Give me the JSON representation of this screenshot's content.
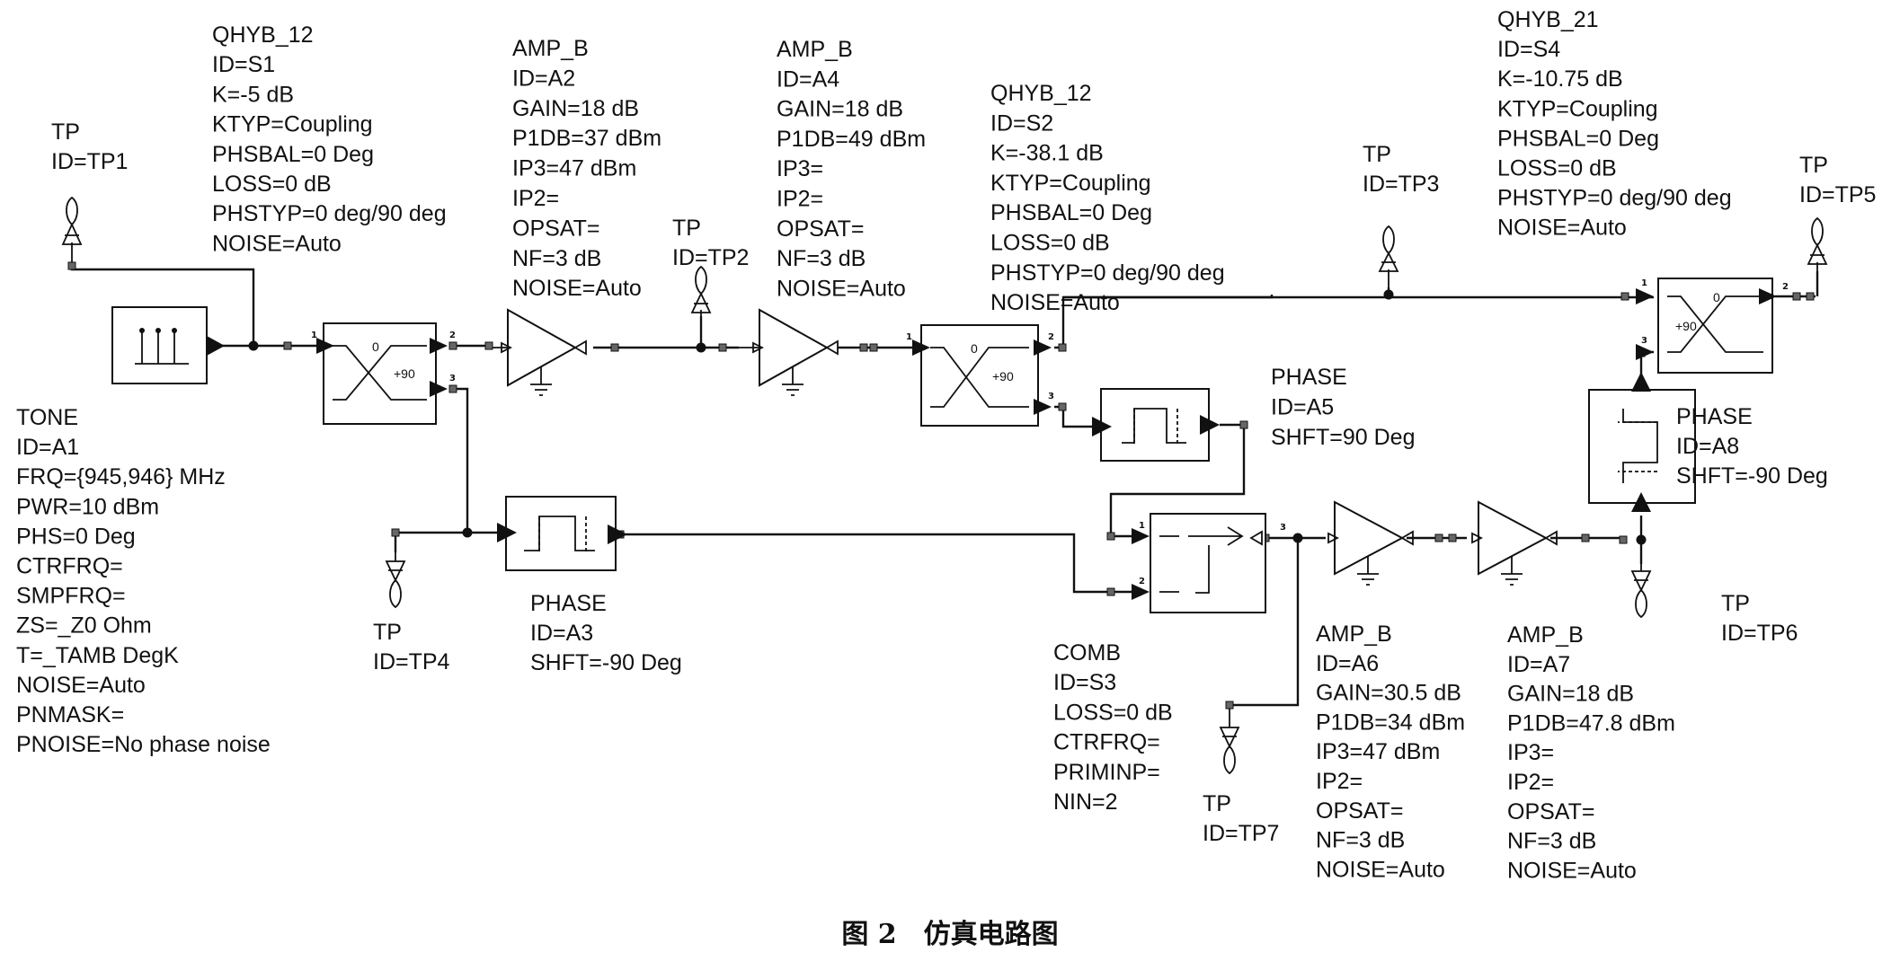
{
  "components": {
    "s1": {
      "lines": [
        "QHYB_12",
        "ID=S1",
        "K=-5 dB",
        "KTYP=Coupling",
        "PHSBAL=0 Deg",
        "LOSS=0 dB",
        "PHSTYP=0 deg/90 deg",
        "NOISE=Auto"
      ],
      "port_labels": [
        "0",
        "+90"
      ]
    },
    "a2": {
      "lines": [
        "AMP_B",
        "ID=A2",
        "GAIN=18 dB",
        "P1DB=37 dBm",
        "IP3=47 dBm",
        "IP2=",
        "OPSAT=",
        "NF=3 dB",
        "NOISE=Auto"
      ]
    },
    "a4": {
      "lines": [
        "AMP_B",
        "ID=A4",
        "GAIN=18 dB",
        "P1DB=49 dBm",
        "IP3=",
        "IP2=",
        "OPSAT=",
        "NF=3 dB",
        "NOISE=Auto"
      ]
    },
    "s2": {
      "lines": [
        "QHYB_12",
        "ID=S2",
        "K=-38.1 dB",
        "KTYP=Coupling",
        "PHSBAL=0 Deg",
        "LOSS=0 dB",
        "PHSTYP=0 deg/90 deg",
        "NOISE=Auto"
      ],
      "port_labels": [
        "0",
        "+90"
      ]
    },
    "s4": {
      "lines": [
        "QHYB_21",
        "ID=S4",
        "K=-10.75 dB",
        "KTYP=Coupling",
        "PHSBAL=0 Deg",
        "LOSS=0 dB",
        "PHSTYP=0 deg/90 deg",
        "NOISE=Auto"
      ],
      "port_labels": [
        "0",
        "+90"
      ]
    },
    "a1": {
      "lines": [
        "TONE",
        "ID=A1",
        "FRQ={945,946} MHz",
        "PWR=10 dBm",
        "PHS=0 Deg",
        "CTRFRQ=",
        "SMPFRQ=",
        "ZS=_Z0 Ohm",
        "T=_TAMB DegK",
        "NOISE=Auto",
        "PNMASK=",
        "PNOISE=No phase noise"
      ]
    },
    "a5": {
      "lines": [
        "PHASE",
        "ID=A5",
        "SHFT=90 Deg"
      ]
    },
    "a3": {
      "lines": [
        "PHASE",
        "ID=A3",
        "SHFT=-90 Deg"
      ]
    },
    "a8": {
      "lines": [
        "PHASE",
        "ID=A8",
        "SHFT=-90 Deg"
      ]
    },
    "s3": {
      "lines": [
        "COMB",
        "ID=S3",
        "LOSS=0 dB",
        "CTRFRQ=",
        "PRIMINP=",
        "NIN=2"
      ]
    },
    "a6": {
      "lines": [
        "AMP_B",
        "ID=A6",
        "GAIN=30.5 dB",
        "P1DB=34 dBm",
        "IP3=47 dBm",
        "IP2=",
        "OPSAT=",
        "NF=3 dB",
        "NOISE=Auto"
      ]
    },
    "a7": {
      "lines": [
        "AMP_B",
        "ID=A7",
        "GAIN=18 dB",
        "P1DB=47.8 dBm",
        "IP3=",
        "IP2=",
        "OPSAT=",
        "NF=3 dB",
        "NOISE=Auto"
      ]
    },
    "tp1": {
      "lines": [
        "TP",
        "ID=TP1"
      ]
    },
    "tp2": {
      "lines": [
        "TP",
        "ID=TP2"
      ]
    },
    "tp3": {
      "lines": [
        "TP",
        "ID=TP3"
      ]
    },
    "tp4": {
      "lines": [
        "TP",
        "ID=TP4"
      ]
    },
    "tp5": {
      "lines": [
        "TP",
        "ID=TP5"
      ]
    },
    "tp6": {
      "lines": [
        "TP",
        "ID=TP6"
      ]
    },
    "tp7": {
      "lines": [
        "TP",
        "ID=TP7"
      ]
    }
  },
  "port_numbers": [
    "1",
    "2",
    "3"
  ],
  "caption": "图 2　仿真电路图"
}
